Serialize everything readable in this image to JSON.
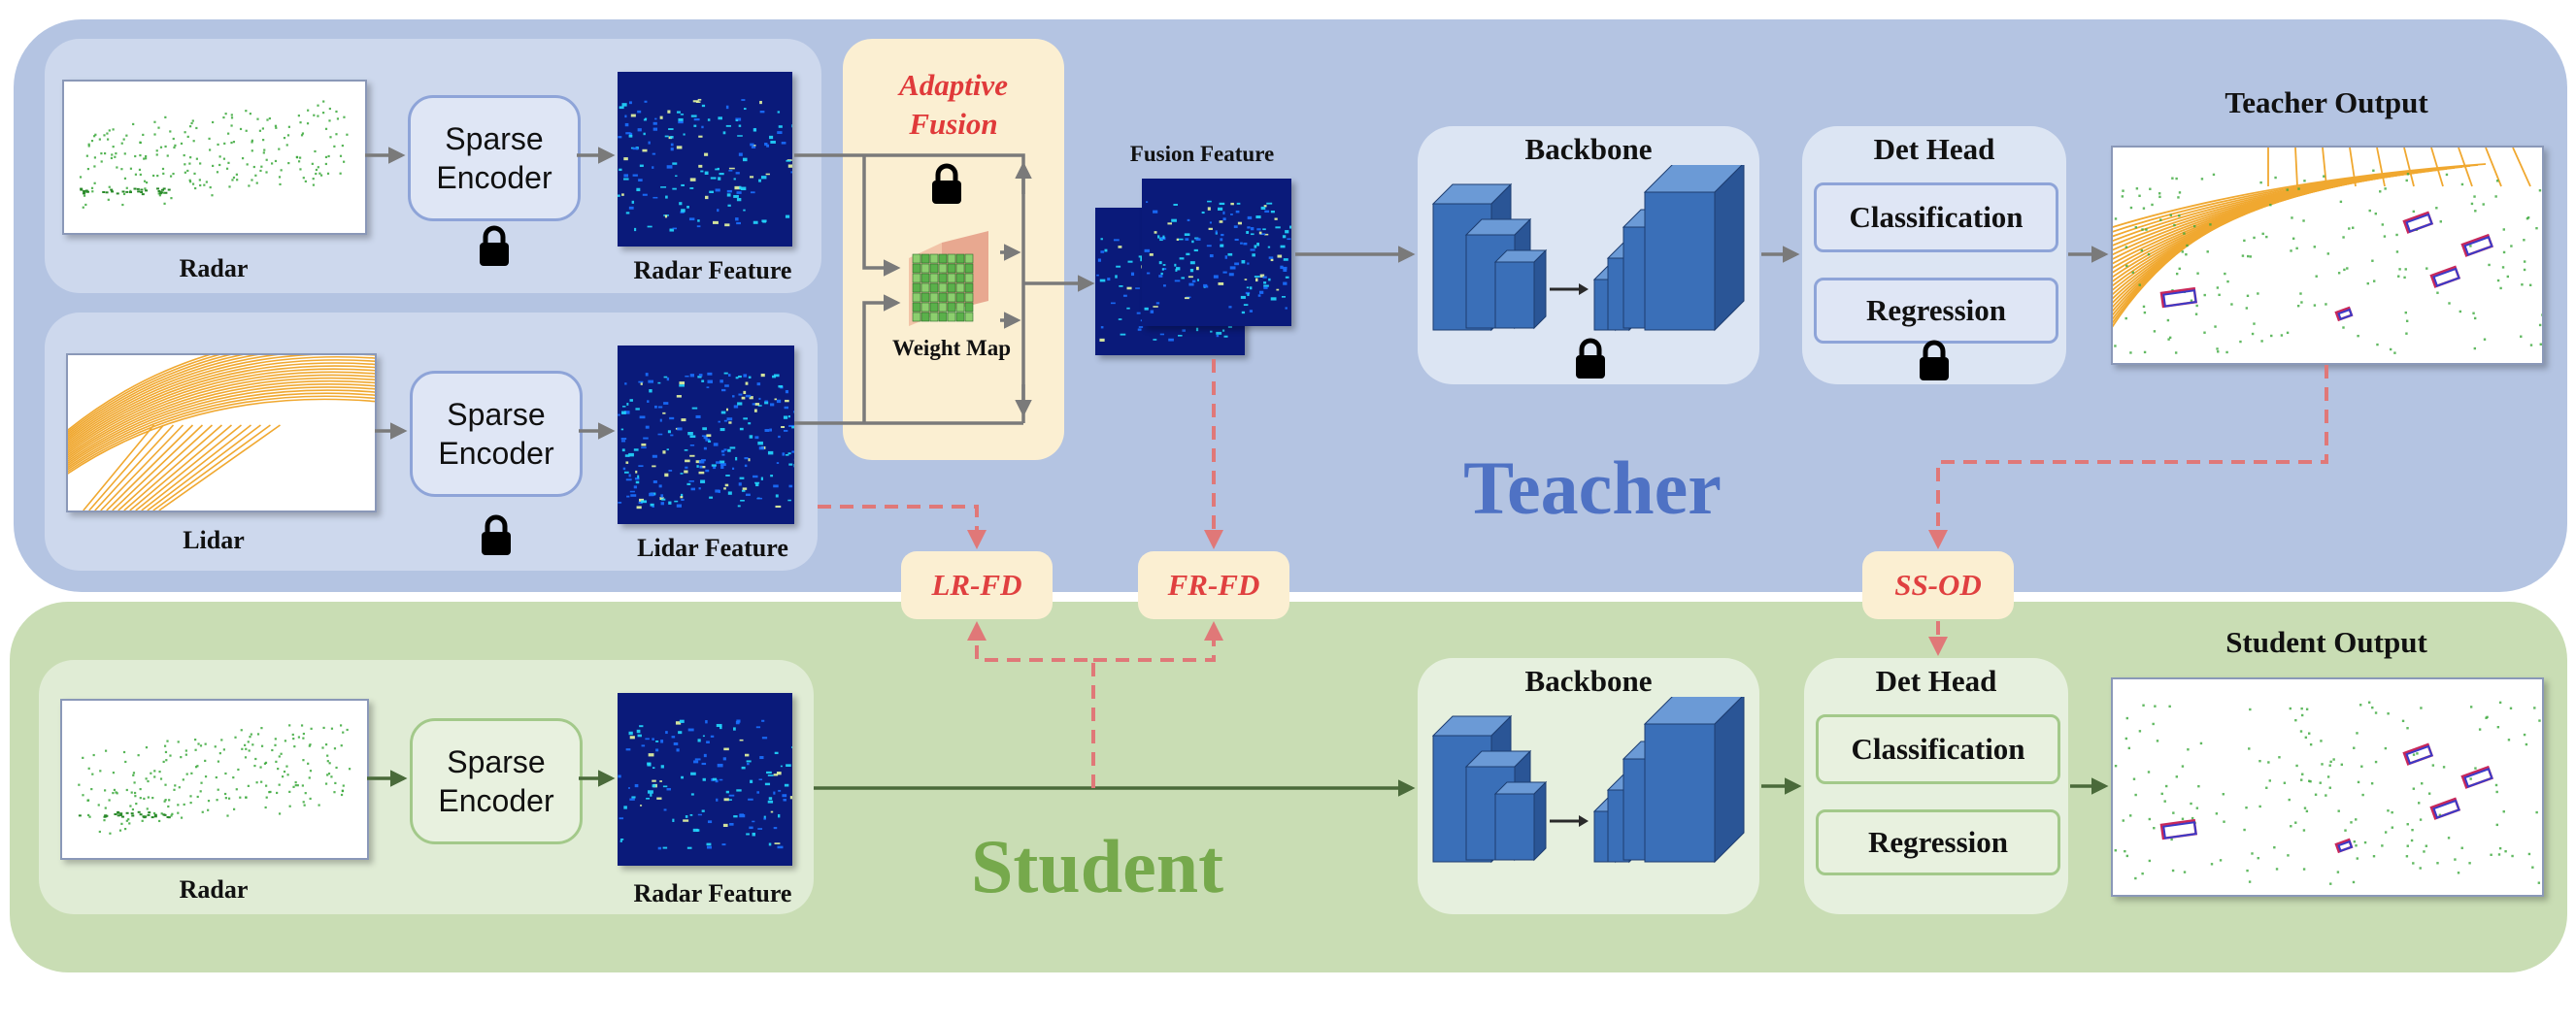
{
  "teacher": {
    "role_label": "Teacher",
    "radar_label": "Radar",
    "radar_feature_label": "Radar Feature",
    "lidar_label": "Lidar",
    "lidar_feature_label": "Lidar Feature",
    "encoder_line1": "Sparse",
    "encoder_line2": "Encoder",
    "fusion_title_line1": "Adaptive",
    "fusion_title_line2": "Fusion",
    "weight_map_label": "Weight Map",
    "fusion_feature_label": "Fusion Feature",
    "backbone_label": "Backbone",
    "det_head_label": "Det Head",
    "classification_label": "Classification",
    "regression_label": "Regression",
    "output_label": "Teacher Output"
  },
  "student": {
    "role_label": "Student",
    "radar_label": "Radar",
    "radar_feature_label": "Radar Feature",
    "encoder_line1": "Sparse",
    "encoder_line2": "Encoder",
    "backbone_label": "Backbone",
    "det_head_label": "Det Head",
    "classification_label": "Classification",
    "regression_label": "Regression",
    "output_label": "Student Output"
  },
  "distillation": {
    "lr_fd": "LR-FD",
    "fr_fd": "FR-FD",
    "ss_od": "SS-OD"
  },
  "colors": {
    "teacher_panel": "#b4c4e2",
    "student_panel": "#c9ddb4",
    "teacher_role_text": "#4f72c4",
    "student_role_text": "#76a94c",
    "fusion_title": "#e03a3a",
    "kd_text": "#e04040",
    "kd_arrow": "#e07878",
    "flow_arrow_teacher": "#7a7a7a",
    "flow_arrow_student": "#4a6a3a",
    "backbone_blue": "#3a6fb8",
    "lidar_orange": "#f0a830",
    "radar_green": "#3aa83a"
  },
  "icons": {
    "lock": "lock-icon",
    "weight_map": "weight-map-cube-icon",
    "backbone": "backbone-blocks-icon"
  }
}
